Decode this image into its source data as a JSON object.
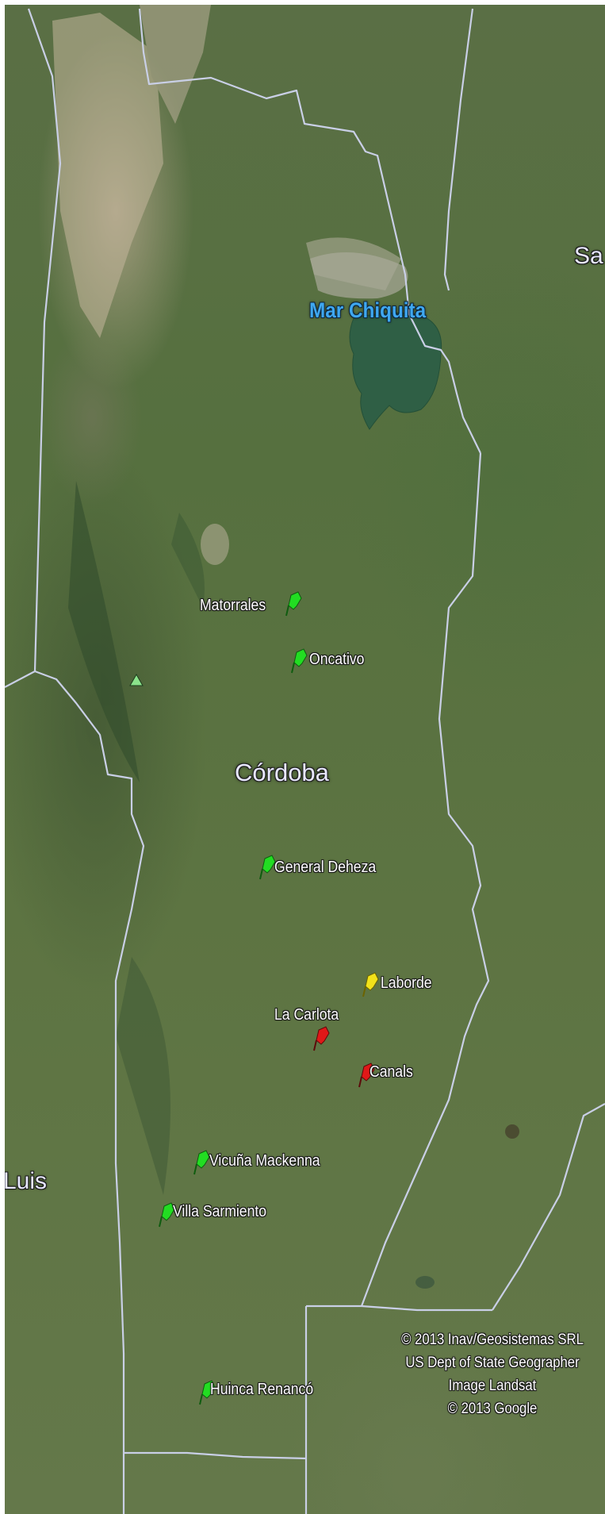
{
  "map": {
    "lake_label": "Mar Chiquita",
    "city_label": "Córdoba",
    "province_labels": {
      "right_edge": "Sa",
      "left_edge": "Luis"
    },
    "places": [
      {
        "id": "matorrales",
        "label": "Matorrales",
        "pin_color": "#22dd22"
      },
      {
        "id": "oncativo",
        "label": "Oncativo",
        "pin_color": "#22dd22"
      },
      {
        "id": "general-deheza",
        "label": "General Deheza",
        "pin_color": "#22dd22"
      },
      {
        "id": "laborde",
        "label": "Laborde",
        "pin_color": "#f2e21a"
      },
      {
        "id": "la-carlota",
        "label": "La Carlota",
        "pin_color": "#e01818"
      },
      {
        "id": "canals",
        "label": "Canals",
        "pin_color": "#e01818"
      },
      {
        "id": "vicuna-mackenna",
        "label": "Vicuña Mackenna",
        "pin_color": "#22dd22"
      },
      {
        "id": "villa-sarmiento",
        "label": "Villa Sarmiento",
        "pin_color": "#22dd22"
      },
      {
        "id": "huinca-renanco",
        "label": "Huinca Renancó",
        "pin_color": "#22dd22"
      }
    ],
    "attribution": [
      "© 2013 Inav/Geosistemas SRL",
      "US Dept of State Geographer",
      "Image Landsat",
      "© 2013 Google"
    ],
    "colors": {
      "border": "#c9cfe6",
      "lake_water": "#2f5f45",
      "lake_label": "#3fa8f0"
    }
  }
}
